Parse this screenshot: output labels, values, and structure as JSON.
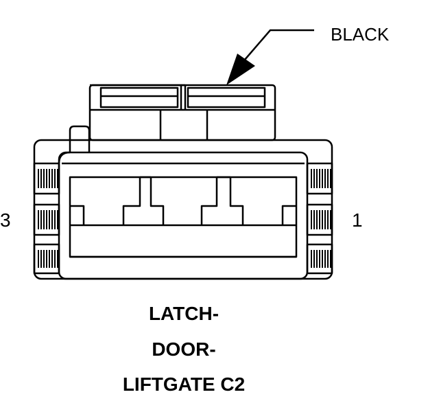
{
  "connector": {
    "color_label": "BLACK",
    "pin_left": "3",
    "pin_right": "1",
    "title_lines": [
      "LATCH-",
      "DOOR-",
      "LIFTGATE C2"
    ]
  },
  "colors": {
    "line": "#000000",
    "background": "#ffffff"
  }
}
